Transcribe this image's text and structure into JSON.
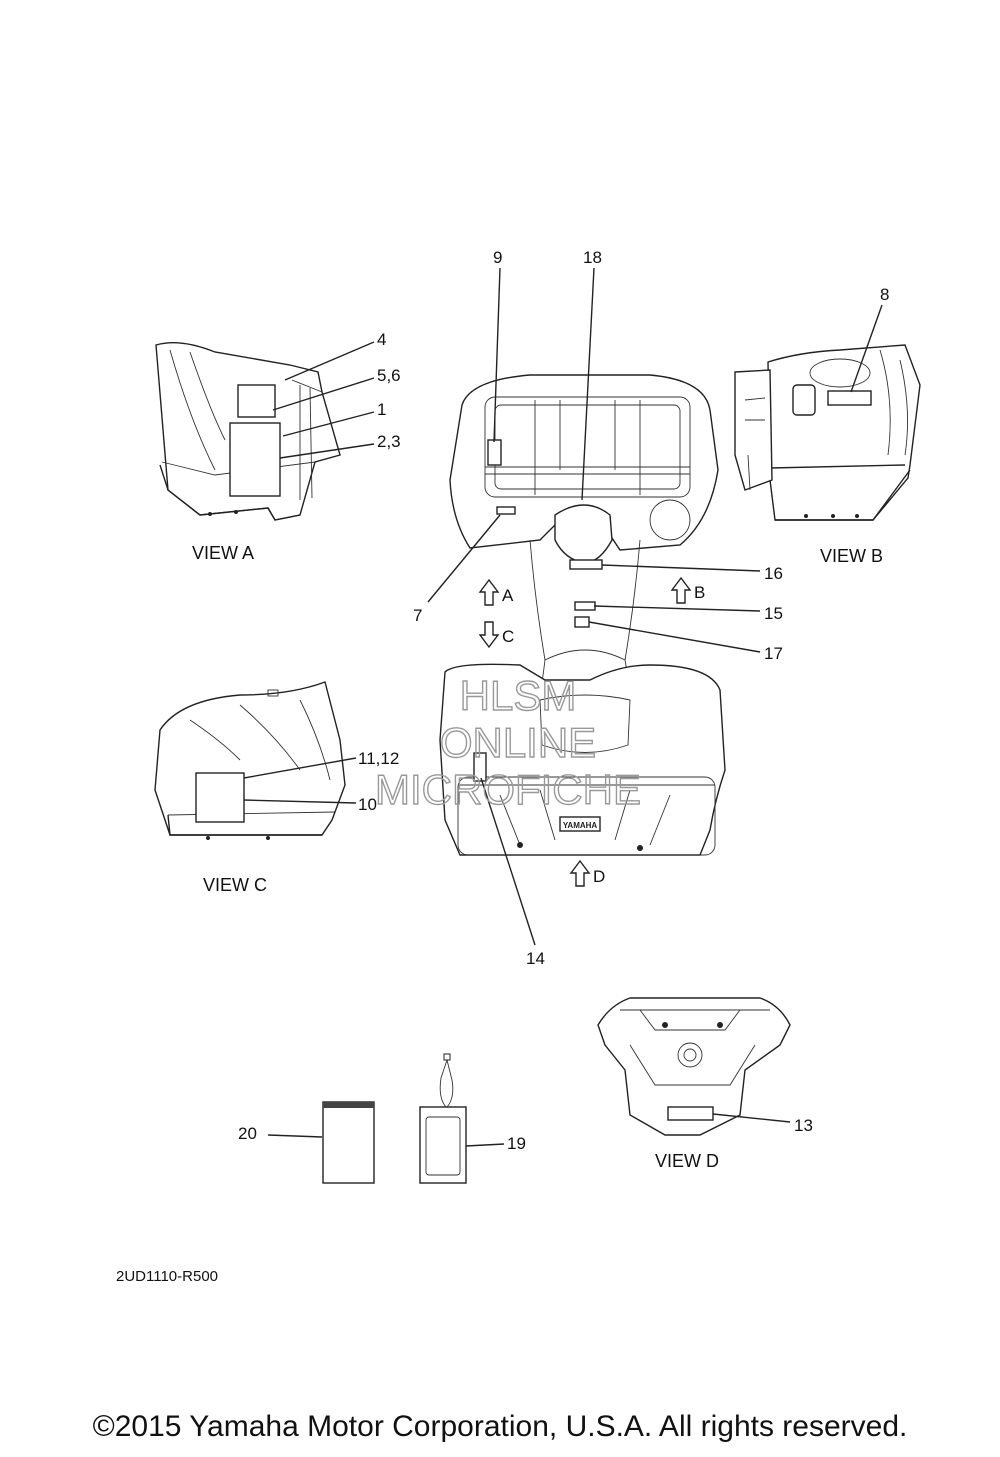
{
  "diagram": {
    "callouts": {
      "c1": "1",
      "c2_3": "2,3",
      "c4": "4",
      "c5_6": "5,6",
      "c7": "7",
      "c8": "8",
      "c9": "9",
      "c10": "10",
      "c11_12": "11,12",
      "c13": "13",
      "c14": "14",
      "c15": "15",
      "c16": "16",
      "c17": "17",
      "c18": "18",
      "c19": "19",
      "c20": "20"
    },
    "view_labels": {
      "view_a": "VIEW A",
      "view_b": "VIEW B",
      "view_c": "VIEW C",
      "view_d": "VIEW D"
    },
    "arrows": {
      "a": "A",
      "b": "B",
      "c": "C",
      "d": "D"
    },
    "badge": "YAMAHA",
    "drawing_code": "2UD1110-R500",
    "watermark": [
      "HLSM",
      "ONLINE",
      "MICROFICHE"
    ]
  },
  "copyright": "©2015 Yamaha Motor Corporation, U.S.A. All rights reserved."
}
